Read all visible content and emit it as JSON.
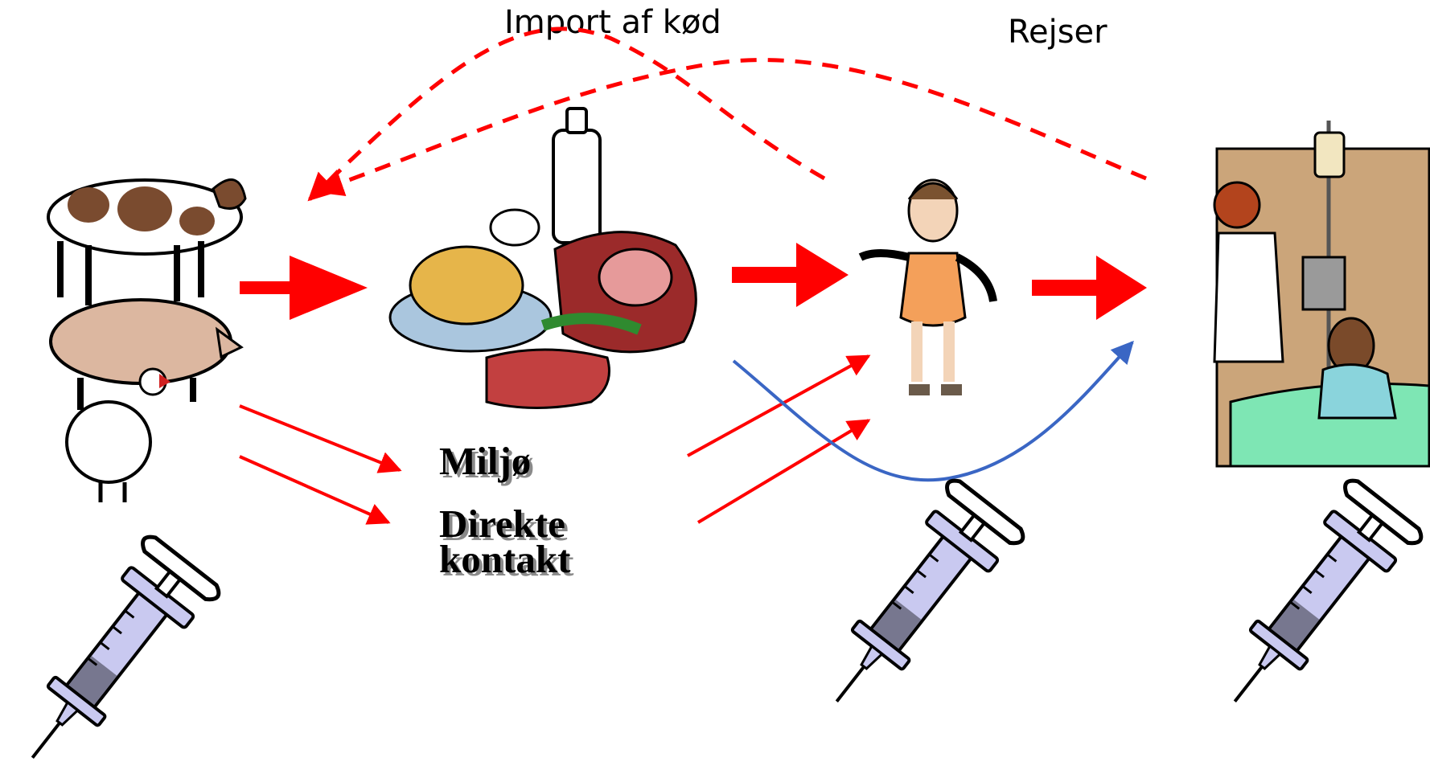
{
  "labels": {
    "import": "Import af kød",
    "travel": "Rejser",
    "environment": "Miljø",
    "direct_line1": "Direkte",
    "direct_line2": "kontakt"
  },
  "colors": {
    "flow_arrow": "#ff0000",
    "patient_path": "#3a66c4",
    "background": "#ffffff"
  },
  "icons": [
    "farm-animals-icon",
    "food-icon",
    "child-icon",
    "hospital-icon",
    "syringe-icon"
  ]
}
